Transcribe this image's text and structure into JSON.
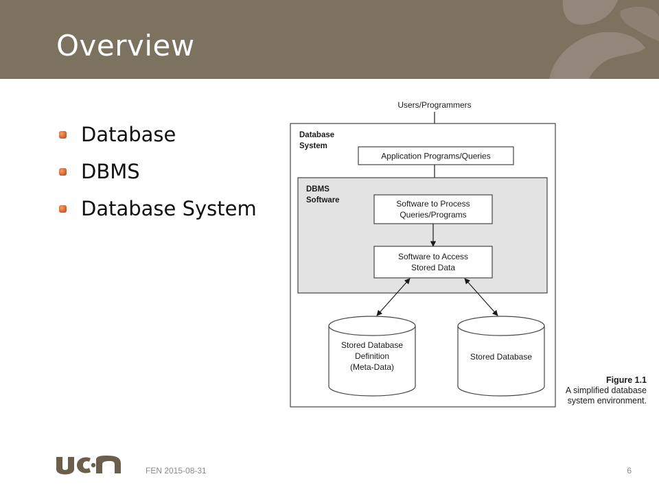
{
  "slide": {
    "title": "Overview",
    "bullets": [
      "Database",
      "DBMS",
      "Database System"
    ]
  },
  "diagram": {
    "top_label": "Users/Programmers",
    "outer_label_line1": "Database",
    "outer_label_line2": "System",
    "app_box": "Application Programs/Queries",
    "dbms_label_line1": "DBMS",
    "dbms_label_line2": "Software",
    "process_line1": "Software to Process",
    "process_line2": "Queries/Programs",
    "access_line1": "Software to Access",
    "access_line2": "Stored Data",
    "meta_line1": "Stored Database",
    "meta_line2": "Definition",
    "meta_line3": "(Meta-Data)",
    "stored_db": "Stored Database"
  },
  "caption": {
    "figure": "Figure 1.1",
    "line1": "A simplified database",
    "line2": "system environment."
  },
  "footer": {
    "text": "FEN 2015-08-31",
    "page": "6",
    "logo": "ucn-logo"
  },
  "colors": {
    "header": "#7d715f",
    "bullet": "#d9622b",
    "dbms_fill": "#e3e3e3",
    "logo": "#6b5f4b"
  }
}
